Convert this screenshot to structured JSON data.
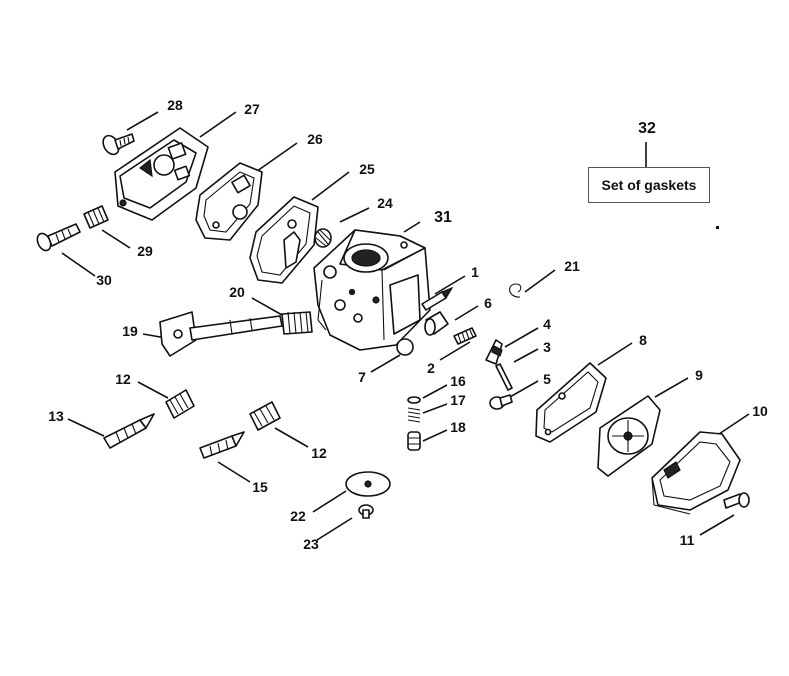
{
  "diagram": {
    "parts": [
      {
        "id": "part-1",
        "number": "1"
      },
      {
        "id": "part-2",
        "number": "2"
      },
      {
        "id": "part-3",
        "number": "3"
      },
      {
        "id": "part-4",
        "number": "4"
      },
      {
        "id": "part-5",
        "number": "5"
      },
      {
        "id": "part-6",
        "number": "6"
      },
      {
        "id": "part-7",
        "number": "7"
      },
      {
        "id": "part-8",
        "number": "8"
      },
      {
        "id": "part-9",
        "number": "9"
      },
      {
        "id": "part-10",
        "number": "10"
      },
      {
        "id": "part-11",
        "number": "11"
      },
      {
        "id": "part-12a",
        "number": "12"
      },
      {
        "id": "part-12b",
        "number": "12"
      },
      {
        "id": "part-13",
        "number": "13"
      },
      {
        "id": "part-15",
        "number": "15"
      },
      {
        "id": "part-16",
        "number": "16"
      },
      {
        "id": "part-17",
        "number": "17"
      },
      {
        "id": "part-18",
        "number": "18"
      },
      {
        "id": "part-19",
        "number": "19"
      },
      {
        "id": "part-20",
        "number": "20"
      },
      {
        "id": "part-21",
        "number": "21"
      },
      {
        "id": "part-22",
        "number": "22"
      },
      {
        "id": "part-23",
        "number": "23"
      },
      {
        "id": "part-24",
        "number": "24"
      },
      {
        "id": "part-25",
        "number": "25"
      },
      {
        "id": "part-26",
        "number": "26"
      },
      {
        "id": "part-27",
        "number": "27"
      },
      {
        "id": "part-28",
        "number": "28"
      },
      {
        "id": "part-29",
        "number": "29"
      },
      {
        "id": "part-30",
        "number": "30"
      },
      {
        "id": "part-31",
        "number": "31"
      },
      {
        "id": "part-32",
        "number": "32"
      }
    ],
    "gasket_set_label": "Set of gaskets"
  }
}
